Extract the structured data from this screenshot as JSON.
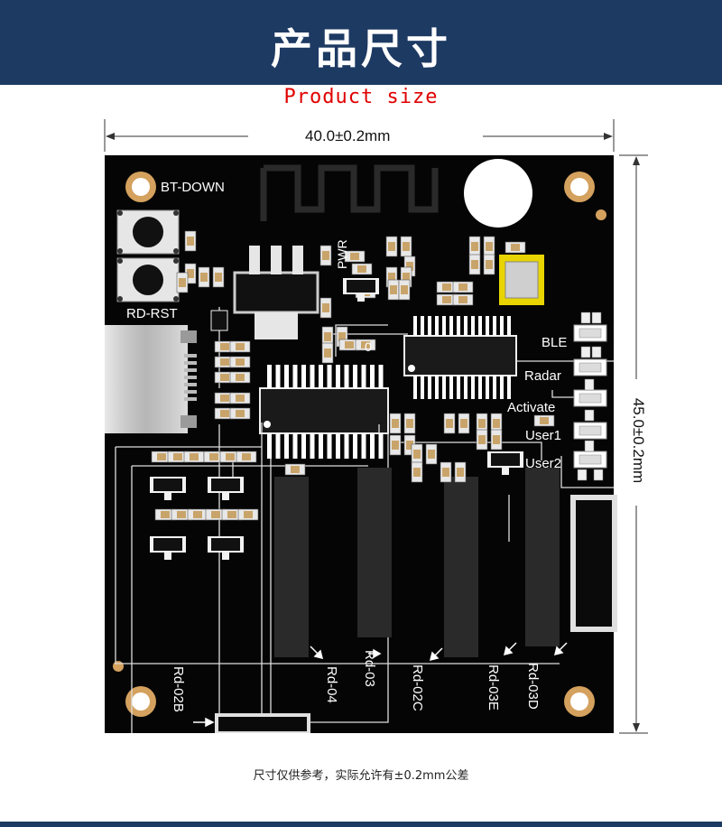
{
  "header": {
    "title": "产品尺寸",
    "subtitle": "Product size"
  },
  "dimensions": {
    "width_label": "40.0±0.2mm",
    "height_label": "45.0±0.2mm"
  },
  "board": {
    "color": "#050505",
    "buttons": {
      "top": "BT-DOWN",
      "bottom": "RD-RST"
    },
    "pwr_label": "PWR",
    "zero_mark": "0",
    "leds": [
      "BLE",
      "Radar",
      "Activate",
      "User1",
      "User2"
    ],
    "connectors": [
      "Rd-04",
      "Rd-03",
      "Rd-02C",
      "Rd-03E",
      "Rd-03D"
    ],
    "bottom_connector": "Rd-02B"
  },
  "footer": {
    "note": "尺寸仅供参考，实际允许有±0.2mm公差"
  },
  "colors": {
    "banner": "#1d3a63",
    "subtitle": "#e00000",
    "board": "#050505",
    "copper_pad": "#d4a15e",
    "crystal": "#e8d400"
  }
}
